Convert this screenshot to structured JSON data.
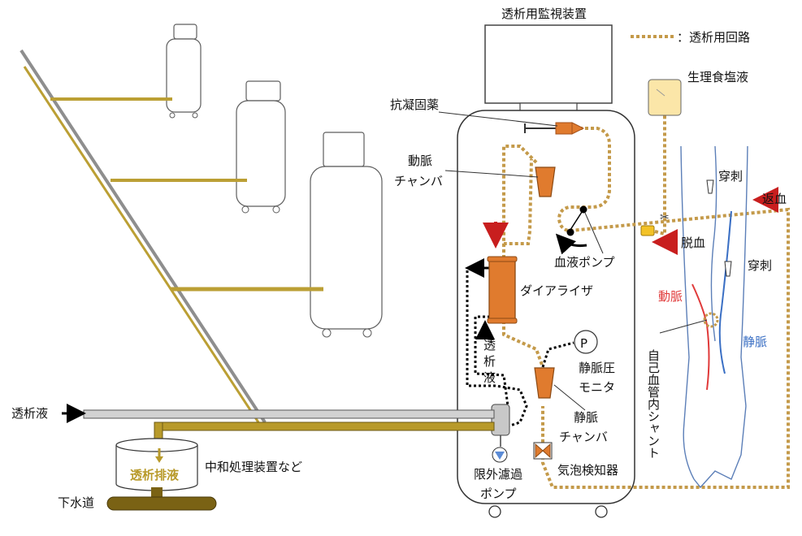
{
  "title": "透析用監視装置",
  "legend": {
    "text": "：透析用回路",
    "line_color": "#c49a4a"
  },
  "labels": {
    "anticoagulant": "抗凝固薬",
    "arterial_chamber_1": "動脈",
    "arterial_chamber_2": "チャンバ",
    "blood_pump": "血液ポンプ",
    "dialyzer": "ダイアライザ",
    "dialysate_flow_1": "透",
    "dialysate_flow_2": "析",
    "dialysate_flow_3": "液",
    "venous_monitor_1": "静脈圧",
    "venous_monitor_2": "モニタ",
    "venous_chamber_1": "静脈",
    "venous_chamber_2": "チャンバ",
    "bubble_detector": "気泡検知器",
    "uf_pump_1": "限外濾過",
    "uf_pump_2": "ポンプ",
    "saline": "生理食塩液",
    "puncture_top": "穿刺",
    "puncture_bottom": "穿刺",
    "blood_return": "返血",
    "blood_removal": "脱血",
    "artery": "動脈",
    "vein": "静脈",
    "shunt": "自己血管内シャント",
    "dialysate_in": "透析液",
    "drain": "透析排液",
    "neutralizer": "中和処理装置など",
    "sewer": "下水道",
    "p_symbol": "P"
  },
  "colors": {
    "circuit": "#c49a4a",
    "chamber": "#e07b2e",
    "pipe_gold": "#b89a2a",
    "pipe_gray": "#b4b4b4",
    "sewer": "#7a6214",
    "saline": "#fbe6a8",
    "arrow_red": "#c81e1e",
    "artery": "#e03a3a",
    "vein": "#3a6fc4"
  }
}
